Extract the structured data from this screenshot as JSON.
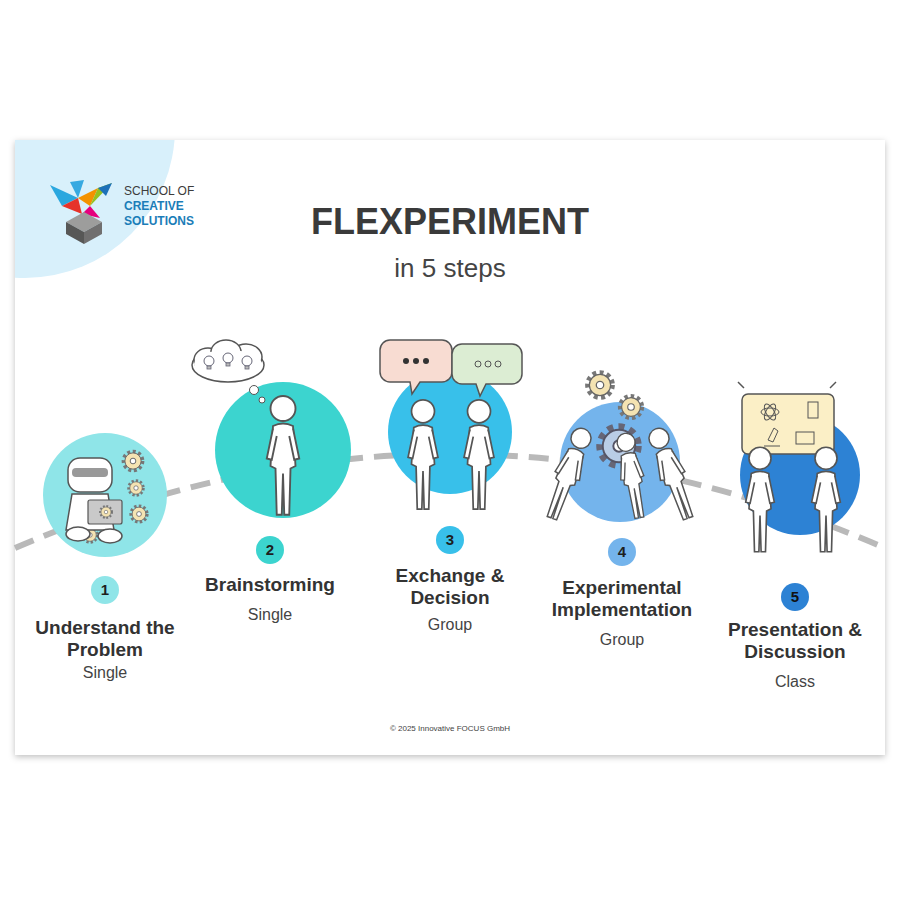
{
  "diagram": {
    "title": "FLEXPERIMENT",
    "nodes": [
      {
        "text": [
          "1",
          "Understand the Problem",
          "Single"
        ]
      },
      {
        "text": [
          "2",
          "Brainstorming",
          "Single"
        ]
      },
      {
        "text": [
          "3",
          "Exchange & Decision",
          "Group"
        ]
      },
      {
        "text": [
          "4",
          "Experimental Implementation",
          "Group"
        ]
      },
      {
        "text": [
          "5",
          "Presentation & Discussion",
          "Class"
        ]
      }
    ],
    "labels": [
      "in 5 steps",
      "SCHOOL OF",
      "CREATIVE SOLUTIONS",
      "© 2025 Innovative FOCUS GmbH"
    ]
  }
}
